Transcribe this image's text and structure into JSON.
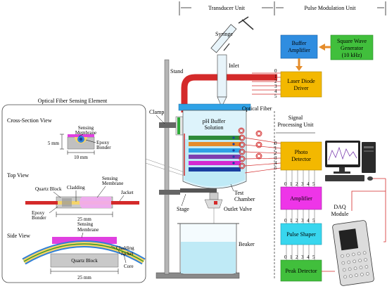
{
  "header": {
    "transducer_unit": "Transducer Unit",
    "pulse_modulation_unit": "Pulse Modulation Unit"
  },
  "inset": {
    "title": "Optical Fiber Sensing Element",
    "cross_section": {
      "title": "Cross-Section View",
      "sensing_membrane": [
        "Sensing",
        "Membrane"
      ],
      "epoxy_bonder": [
        "Epoxy",
        "Bonder"
      ],
      "height": "5 mm",
      "width": "10 mm"
    },
    "top_view": {
      "title": "Top View",
      "quartz_block": "Quartz Block",
      "cladding": "Cladding",
      "sensing_membrane": [
        "Sensing",
        "Membrane"
      ],
      "jacket": "Jacket",
      "epoxy_bonder": [
        "Epoxy",
        "Bonder"
      ],
      "length": "25 mm"
    },
    "side_view": {
      "title": "Side View",
      "sensing_membrane": [
        "Sensing",
        "Membrane"
      ],
      "cladding": "Cladding",
      "jacket": "Jacket",
      "quartz_block": "Quartz Block",
      "core": "Core",
      "length": "25 mm"
    }
  },
  "apparatus": {
    "syringe": "Syringe",
    "inlet": "Inlet",
    "stand": "Stand",
    "clamp": "Clamp",
    "ph_buffer": [
      "pH Buffer",
      "Solution"
    ],
    "optical_fiber": "Optical Fiber",
    "test_chamber": [
      "Test",
      "Chamber"
    ],
    "stage": "Stage",
    "outlet_valve": "Outlet Valve",
    "beaker": "Beaker"
  },
  "blocks": {
    "buffer_amplifier": [
      "Buffer",
      "Amplifier"
    ],
    "square_wave_generator": [
      "Square Wave",
      "Generator",
      "(10 kHz)"
    ],
    "laser_diode_driver": [
      "Laser Diode",
      "Driver"
    ],
    "signal_processing_unit": [
      "Signal",
      "Processing Unit"
    ],
    "photo_detector": [
      "Photo",
      "Detector"
    ],
    "amplifier": "Amplifier",
    "pulse_shaper": "Pulse Shaper",
    "peak_detector": "Peak Detector",
    "daq_module": [
      "DAQ",
      "Module"
    ]
  },
  "channel_numbers": [
    "0",
    "1",
    "2",
    "3",
    "4",
    "5"
  ],
  "colors": {
    "block_blue": "#2f8de0",
    "block_yellow": "#f3b800",
    "block_magenta": "#ee35e8",
    "block_cyan": "#38d6ee",
    "block_green": "#41bf3c",
    "fiber_red": "#d42a2a",
    "membrane": "#e040e0",
    "cladding": "#f5d46a",
    "jacket": "#2f7fd8",
    "solution": "#bfeaf6"
  }
}
